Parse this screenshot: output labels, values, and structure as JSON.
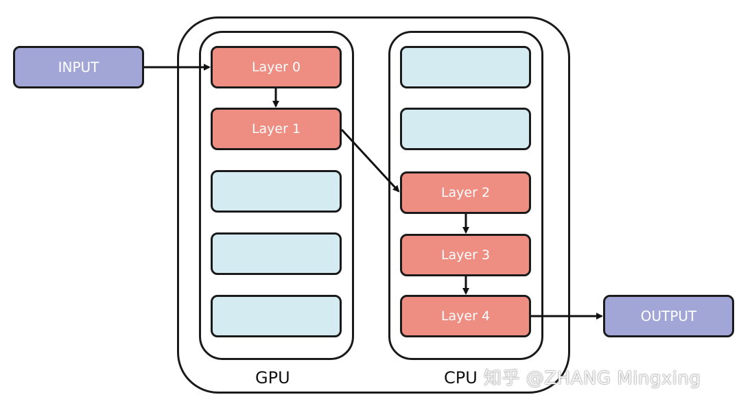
{
  "input": {
    "label": "INPUT"
  },
  "output": {
    "label": "OUTPUT"
  },
  "gpu": {
    "label": "GPU",
    "layers": [
      "Layer 0",
      "Layer 1",
      "",
      "",
      ""
    ]
  },
  "cpu": {
    "label": "CPU",
    "layers": [
      "",
      "",
      "Layer 2",
      "Layer 3",
      "Layer 4"
    ]
  },
  "watermark": "知乎 @ZHANG Mingxing",
  "colors": {
    "io": "#a2a6d6",
    "active_layer": "#ee8d81",
    "empty_layer": "#d4ebf1",
    "border": "#1a1a1a"
  }
}
